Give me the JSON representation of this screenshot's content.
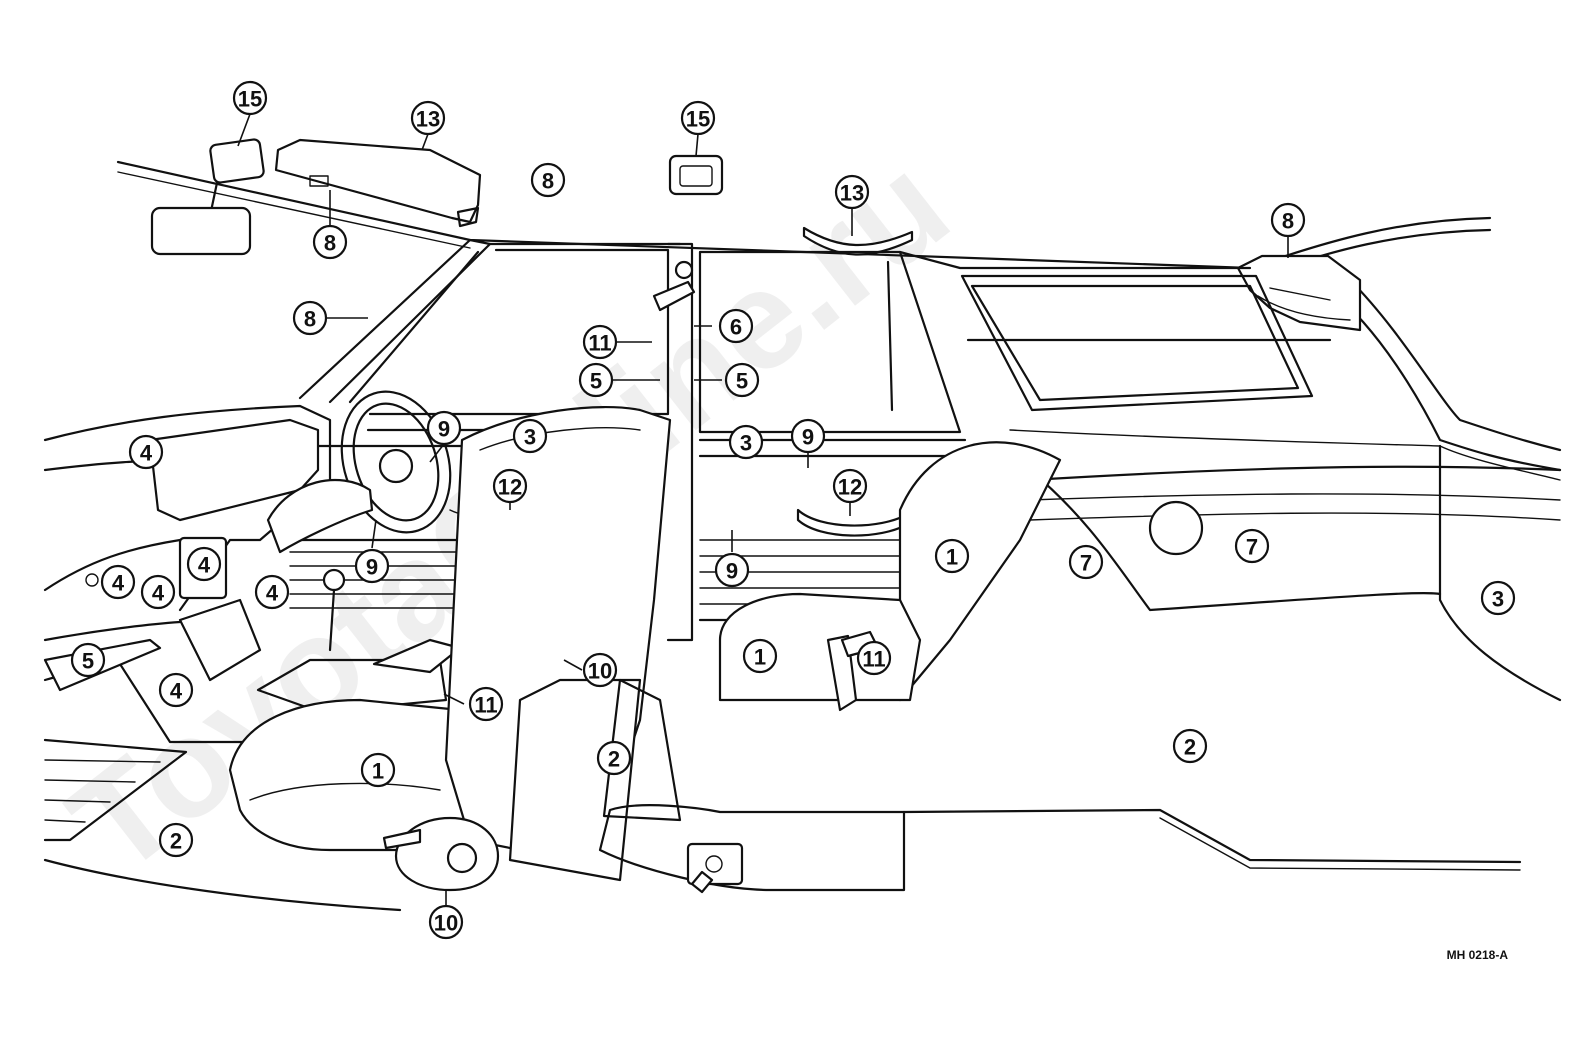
{
  "diagram": {
    "drawing_code": "MH 0218-A",
    "watermark": "ToyotaOnline.ru",
    "callouts": [
      {
        "id": "c-15-mirror",
        "label": "15"
      },
      {
        "id": "c-13-visor",
        "label": "13"
      },
      {
        "id": "c-8-roof",
        "label": "8"
      },
      {
        "id": "c-15-dome",
        "label": "15"
      },
      {
        "id": "c-13-grip",
        "label": "13"
      },
      {
        "id": "c-8-visor",
        "label": "8"
      },
      {
        "id": "c-8-rear",
        "label": "8"
      },
      {
        "id": "c-8-pillar",
        "label": "8"
      },
      {
        "id": "c-11-belt-upper",
        "label": "11"
      },
      {
        "id": "c-6-pillar",
        "label": "6"
      },
      {
        "id": "c-5-pillar-left",
        "label": "5"
      },
      {
        "id": "c-5-pillar-right",
        "label": "5"
      },
      {
        "id": "c-9-front",
        "label": "9"
      },
      {
        "id": "c-3-front",
        "label": "3"
      },
      {
        "id": "c-3-rear",
        "label": "3"
      },
      {
        "id": "c-9-rear",
        "label": "9"
      },
      {
        "id": "c-4-dash-top",
        "label": "4"
      },
      {
        "id": "c-12-front",
        "label": "12"
      },
      {
        "id": "c-12-rear",
        "label": "12"
      },
      {
        "id": "c-4-dash-a",
        "label": "4"
      },
      {
        "id": "c-4-dash-b",
        "label": "4"
      },
      {
        "id": "c-4-dash-c",
        "label": "4"
      },
      {
        "id": "c-4-dash-d",
        "label": "4"
      },
      {
        "id": "c-9-front-lock",
        "label": "9"
      },
      {
        "id": "c-9-rear-lock",
        "label": "9"
      },
      {
        "id": "c-1-rear-back",
        "label": "1"
      },
      {
        "id": "c-7-left",
        "label": "7"
      },
      {
        "id": "c-7-right",
        "label": "7"
      },
      {
        "id": "c-3-quarter",
        "label": "3"
      },
      {
        "id": "c-1-rear-cushion",
        "label": "1"
      },
      {
        "id": "c-11-rear",
        "label": "11"
      },
      {
        "id": "c-10-upper",
        "label": "10"
      },
      {
        "id": "c-5-scuff",
        "label": "5"
      },
      {
        "id": "c-4-console",
        "label": "4"
      },
      {
        "id": "c-11-front",
        "label": "11"
      },
      {
        "id": "c-2-seatside",
        "label": "2"
      },
      {
        "id": "c-2-rear-floor",
        "label": "2"
      },
      {
        "id": "c-1-front",
        "label": "1"
      },
      {
        "id": "c-2-front-floor",
        "label": "2"
      },
      {
        "id": "c-10-lower",
        "label": "10"
      }
    ]
  }
}
